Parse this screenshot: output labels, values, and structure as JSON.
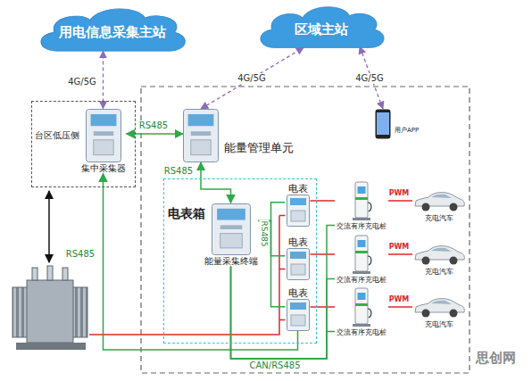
{
  "diagram": {
    "nodes": [
      {
        "text": [
          "用电信息采集主站"
        ]
      },
      {
        "text": [
          "区域主站"
        ]
      },
      {
        "text": [
          "台区低压侧"
        ]
      },
      {
        "text": [
          "集中采集器"
        ],
        "in": 2
      },
      {
        "text": [
          "能量管理单元"
        ]
      },
      {
        "text": [
          "用户APP"
        ]
      },
      {
        "text": [
          "电表箱"
        ]
      },
      {
        "text": [
          "能量采集终端"
        ],
        "in": 6
      },
      {
        "text": [
          "电表"
        ],
        "in": 6
      },
      {
        "text": [
          "电表"
        ],
        "in": 6
      },
      {
        "text": [
          "电表"
        ],
        "in": 6
      },
      {
        "text": [
          "交流有序充电桩"
        ]
      },
      {
        "text": [
          "交流有序充电桩"
        ]
      },
      {
        "text": [
          "交流有序充电桩"
        ]
      },
      {
        "text": [
          "充电汽车"
        ]
      },
      {
        "text": [
          "充电汽车"
        ]
      },
      {
        "text": [
          "充电汽车"
        ]
      }
    ],
    "edges": [
      {
        "from": 3,
        "to": 0,
        "arrow": "both",
        "label": "4G/5G"
      },
      {
        "from": 4,
        "to": 1,
        "arrow": "both",
        "label": "4G/5G"
      },
      {
        "from": 5,
        "to": 1,
        "arrow": "both",
        "label": "4G/5G"
      },
      {
        "from": 3,
        "to": 4,
        "arrow": "both",
        "label": "RS485"
      },
      {
        "from": 4,
        "to": 7,
        "arrow": "both",
        "label": "RS485"
      },
      {
        "from": 7,
        "to": 8,
        "arrow": "none",
        "label": "RS485"
      },
      {
        "from": 7,
        "to": 9,
        "arrow": "none"
      },
      {
        "from": 7,
        "to": 10,
        "arrow": "none"
      },
      {
        "from": 8,
        "to": 11,
        "arrow": "none"
      },
      {
        "from": 9,
        "to": 12,
        "arrow": "none"
      },
      {
        "from": 10,
        "to": 13,
        "arrow": "none"
      },
      {
        "from": 11,
        "to": 14,
        "arrow": "none",
        "label": "PWM"
      },
      {
        "from": 12,
        "to": 15,
        "arrow": "none",
        "label": "PWM"
      },
      {
        "from": 13,
        "to": 16,
        "arrow": "none",
        "label": "PWM"
      },
      {
        "from": 11,
        "to": 7,
        "arrow": "none"
      },
      {
        "from": 12,
        "to": 7,
        "arrow": "none"
      },
      {
        "from": 13,
        "to": 7,
        "arrow": "none",
        "label": "CAN/RS485"
      },
      {
        "from": 10,
        "to": 3,
        "arrow": "to",
        "label": "RS485"
      }
    ],
    "labels": [
      "思创网"
    ]
  }
}
